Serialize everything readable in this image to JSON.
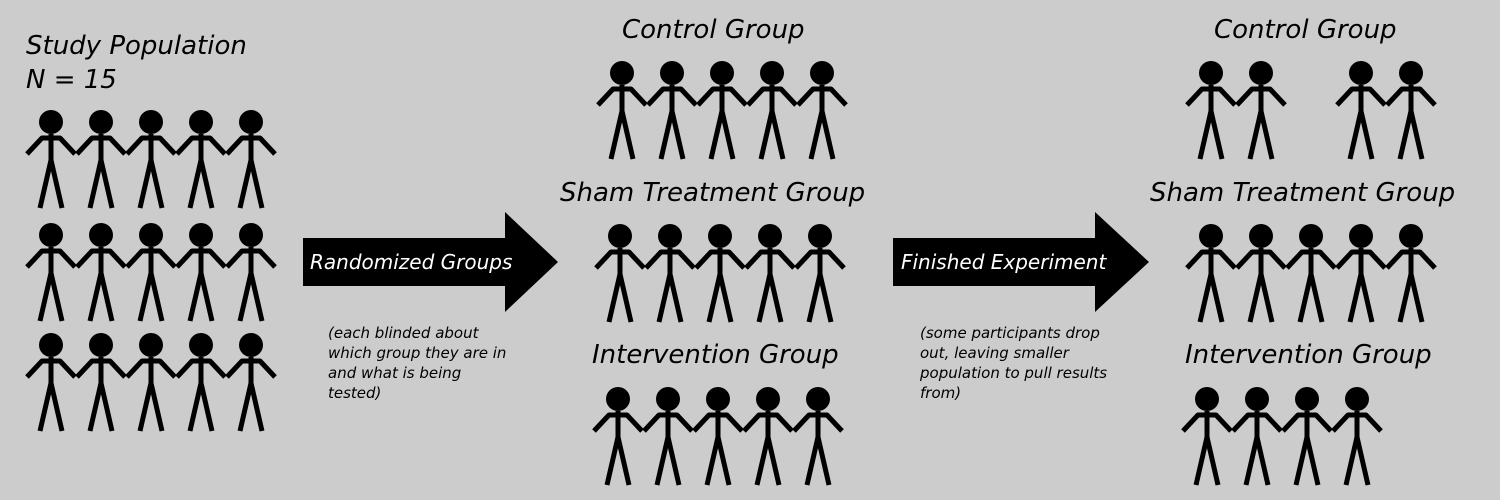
{
  "study": {
    "title": "Study Population",
    "count_label": "N = 15",
    "rows": [
      5,
      5,
      5
    ]
  },
  "arrow_randomize": {
    "label": "Randomized Groups",
    "note": "(each blinded about which group they are in and what is being tested)"
  },
  "randomized_groups": [
    {
      "name": "Control Group",
      "count": 5
    },
    {
      "name": "Sham Treatment Group",
      "count": 5
    },
    {
      "name": "Intervention Group",
      "count": 5
    }
  ],
  "arrow_finish": {
    "label": "Finished Experiment",
    "note": "(some participants drop out, leaving smaller population to pull results from)"
  },
  "final_groups": [
    {
      "name": "Control Group",
      "count": 4
    },
    {
      "name": "Sham Treatment Group",
      "count": 5
    },
    {
      "name": "Intervention Group",
      "count": 4
    }
  ],
  "colors": {
    "background": "#cccccc",
    "figure": "#000000",
    "arrow_text": "#ffffff"
  }
}
